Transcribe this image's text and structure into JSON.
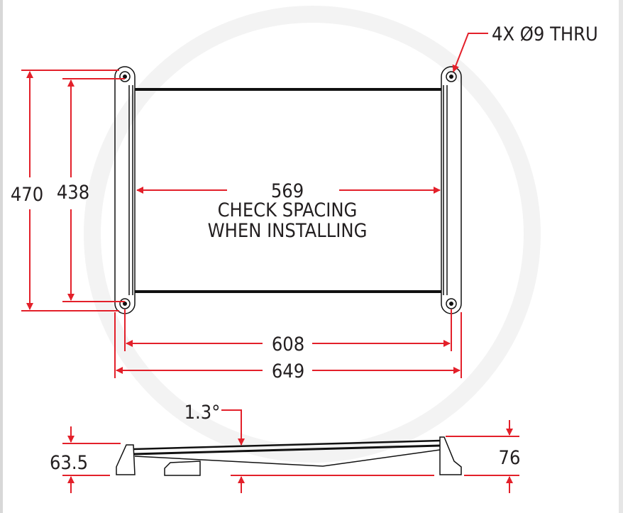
{
  "plan_view": {
    "hole_callout": "4X Ø9 THRU",
    "overall_depth": "470",
    "hole_depth": "438",
    "inner_width": "569",
    "note_line1": "CHECK SPACING",
    "note_line2": "WHEN INSTALLING",
    "hole_width": "608",
    "overall_width": "649"
  },
  "side_view": {
    "angle": "1.3°",
    "low_height": "63.5",
    "high_height": "76"
  },
  "colors": {
    "dimension": "#e3202a",
    "outline": "#111111"
  }
}
